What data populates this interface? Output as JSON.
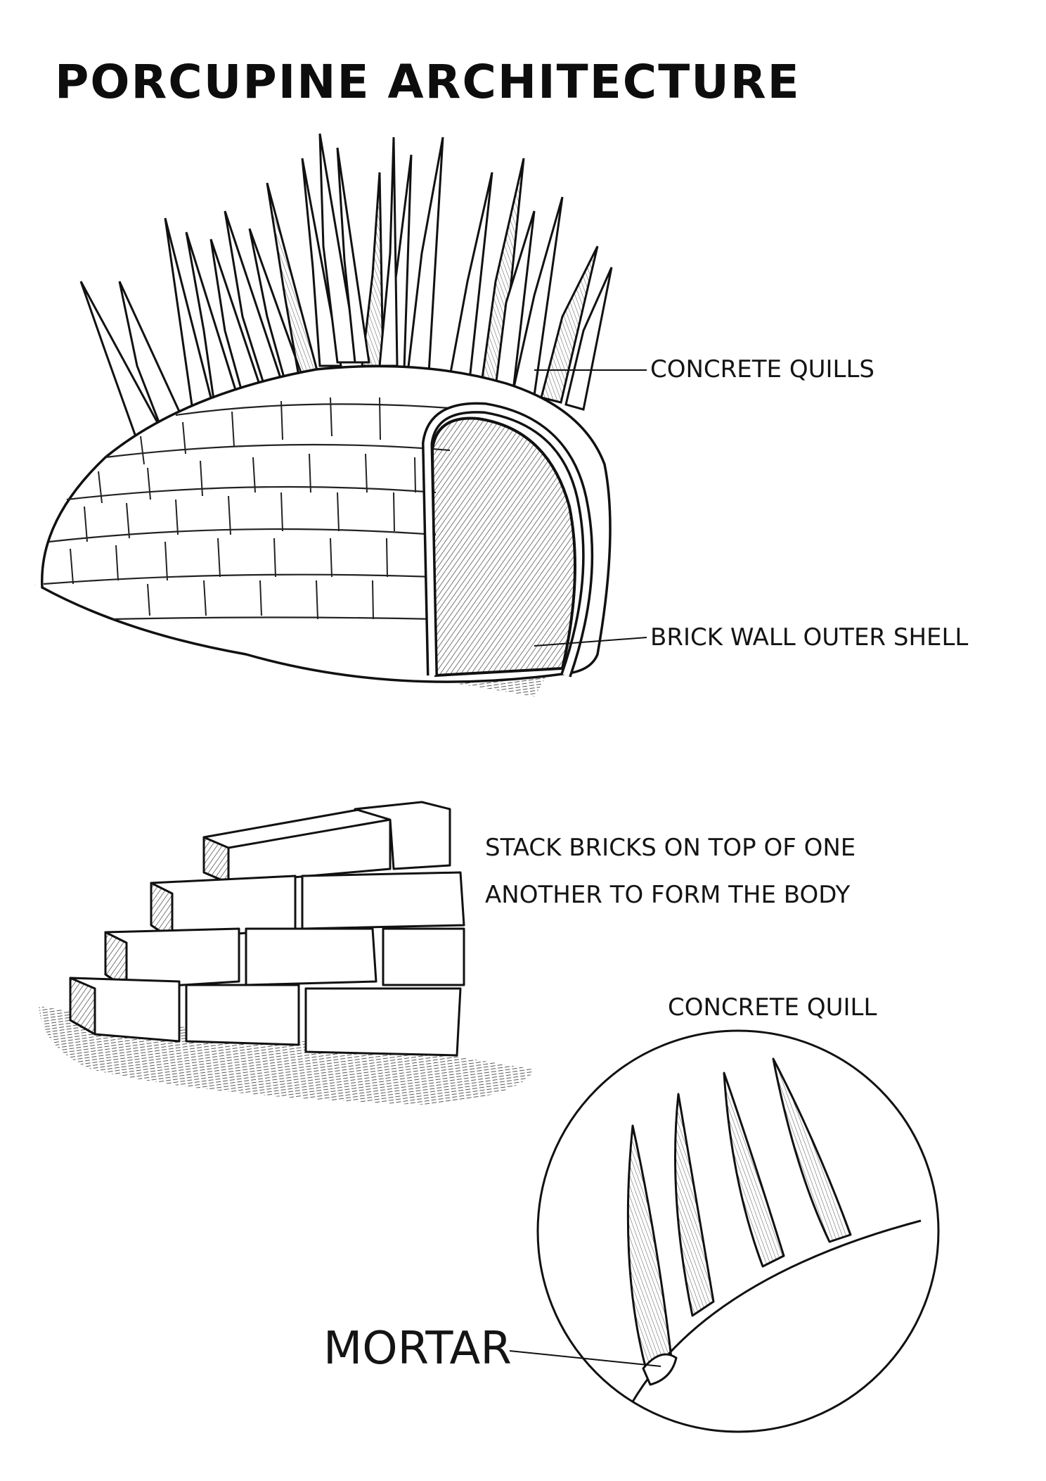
{
  "title": "PORCUPINE ARCHITECTURE",
  "labels": {
    "concrete_quills": "CONCRETE QUILLS",
    "brick_wall_outer_shell": "BRICK WALL OUTER SHELL",
    "stack_bricks_line1": "STACK BRICKS ON TOP OF ONE",
    "stack_bricks_line2": "ANOTHER TO FORM THE BODY",
    "concrete_quill": "CONCRETE QUILL",
    "mortar": "MORTAR"
  },
  "colors": {
    "ink": "#111111",
    "paper": "#ffffff",
    "shade": "#8a8a8a"
  }
}
